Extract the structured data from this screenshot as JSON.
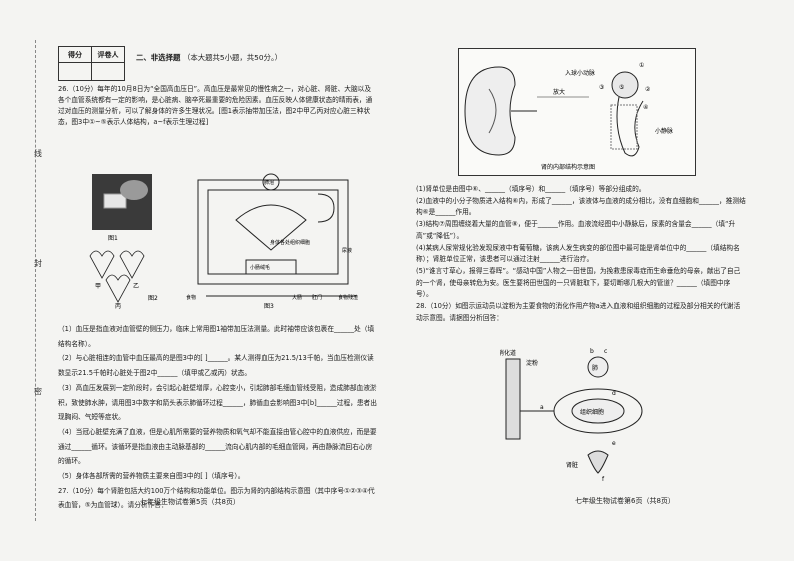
{
  "binding": {
    "char_top": "线",
    "char_mid": "封",
    "char_bot": "密"
  },
  "header": {
    "score_label": "得分",
    "grader_label": "评卷人",
    "section_title": "二、非选择题",
    "section_note": "（本大题共5小题，共50分。）"
  },
  "q26": {
    "intro": "26.（10分）每年的10月8日为“全国高血压日”。高血压是最常见的慢性病之一，对心脏、肾脏、大脑以及各个血管系统都有一定的影响，是心脏病、脑卒死最重要的危险因素。血压反映人体健康状态的晴雨表，通过对血压的测量分析，可以了解身体的许多生理状况。[图1表示抽带加压法，图2中甲乙丙对应心脏三种状态，图3中①~⑤表示人体结构，a~f表示生理过程]",
    "fig1_label": "图1",
    "fig2_label": "图2",
    "fig3_label": "图3",
    "fig2_parts": [
      "甲",
      "乙",
      "丙"
    ],
    "fig3_labels": [
      "肺泡",
      "身体各处组织细胞",
      "小肠绒毛",
      "食物",
      "大肠",
      "肛门",
      "食物残渣",
      "尿液"
    ],
    "sub1": "（1）血压是指血液对血管壁的侧压力，临床上常用图1袖带加压法测量。此时袖带应该包裹在______处（填结构名称）。",
    "sub2": "（2）与心脏相连的血管中血压最高的是图3中的[ ]______。某人测得血压为21.5/13千帕，当血压检测仪读数显示21.5千帕时心脏处于图2中______（填甲或乙或丙）状态。",
    "sub3": "（3）高血压发展到一定阶段时，会引起心脏壁增厚，心腔变小，引起肺部毛细血管线受阻，造成肺部血液淤积，致使肺水肿，请用图3中数字和箭头表示肺循环过程______，肺循血会影响图3中[b]______过程，患者出现胸闷、气短等症状。",
    "sub4": "（4）当冠心脏壁充满了血液，但是心肌所需要的营养物质和氧气却不能直接由管心腔中的血液供应，而是要通过______循环。该循环是指血液由主动脉基部的______流向心肌内部的毛细血管网，再由静脉流回右心房的循环。",
    "sub5": "（5）身体各部所需的营养物质主要来自图3中的[ ]（填序号）。",
    "q27": "27.（10分）每个肾脏包括大约100万个结构和功能单位。图示为肾的内部结构示意图（其中序号①②③④代表血管，⑤为血管球）。请分析作答：",
    "footer": "七年级生物试卷第5页（共8页）"
  },
  "kidney_fig": {
    "caption": "肾的内部结构示意图",
    "labels": [
      "入球小动脉",
      "放大",
      "小静脉"
    ],
    "nums": [
      "①",
      "②",
      "③",
      "④",
      "⑤"
    ]
  },
  "q27_subs": [
    "(1)肾单位是由图中⑥、______（填序号）和______（填序号）等部分组成的。",
    "(2)血液中的小分子物质进入结构⑥内，形成了______，该液体与血液的成分相比，没有血细胞和______，推测结构⑥是______作用。",
    "(3)结构⑦周围缠绕着大量的血管⑧，便于______作用。血液流经图中小静脉后，尿素的含量会______（填“升高”或“降低”）。",
    "(4)某病人尿常规化验发现尿液中有葡萄糖，该病人发生病变的部位图中最可能是肾单位中的______（填结构名称）；肾脏单位正常，该患者可以通过注射______进行治疗。",
    "(5)“谁言寸草心，报得三春晖”。“感动中国”人物之一田世国，为挽救患尿毒症而生命垂危的母亲，献出了自己的一个肾，使母亲转危为安。医生要将田世国的一只肾脏取下，要切断哪几根大的管道？______（填图中序号）。",
    "28.（10分）如图示运动员以淀粉为主要食物的消化作用产物a进入血液和组织细胞的过程及部分相关的代谢活动示意图。请据图分析回答："
  ],
  "fig28": {
    "labels": [
      "消化道",
      "淀粉",
      "a",
      "肺",
      "b",
      "c",
      "d",
      "组织细胞",
      "肾脏",
      "e",
      "f"
    ]
  },
  "footer_right": "七年级生物试卷第6页（共8页）"
}
